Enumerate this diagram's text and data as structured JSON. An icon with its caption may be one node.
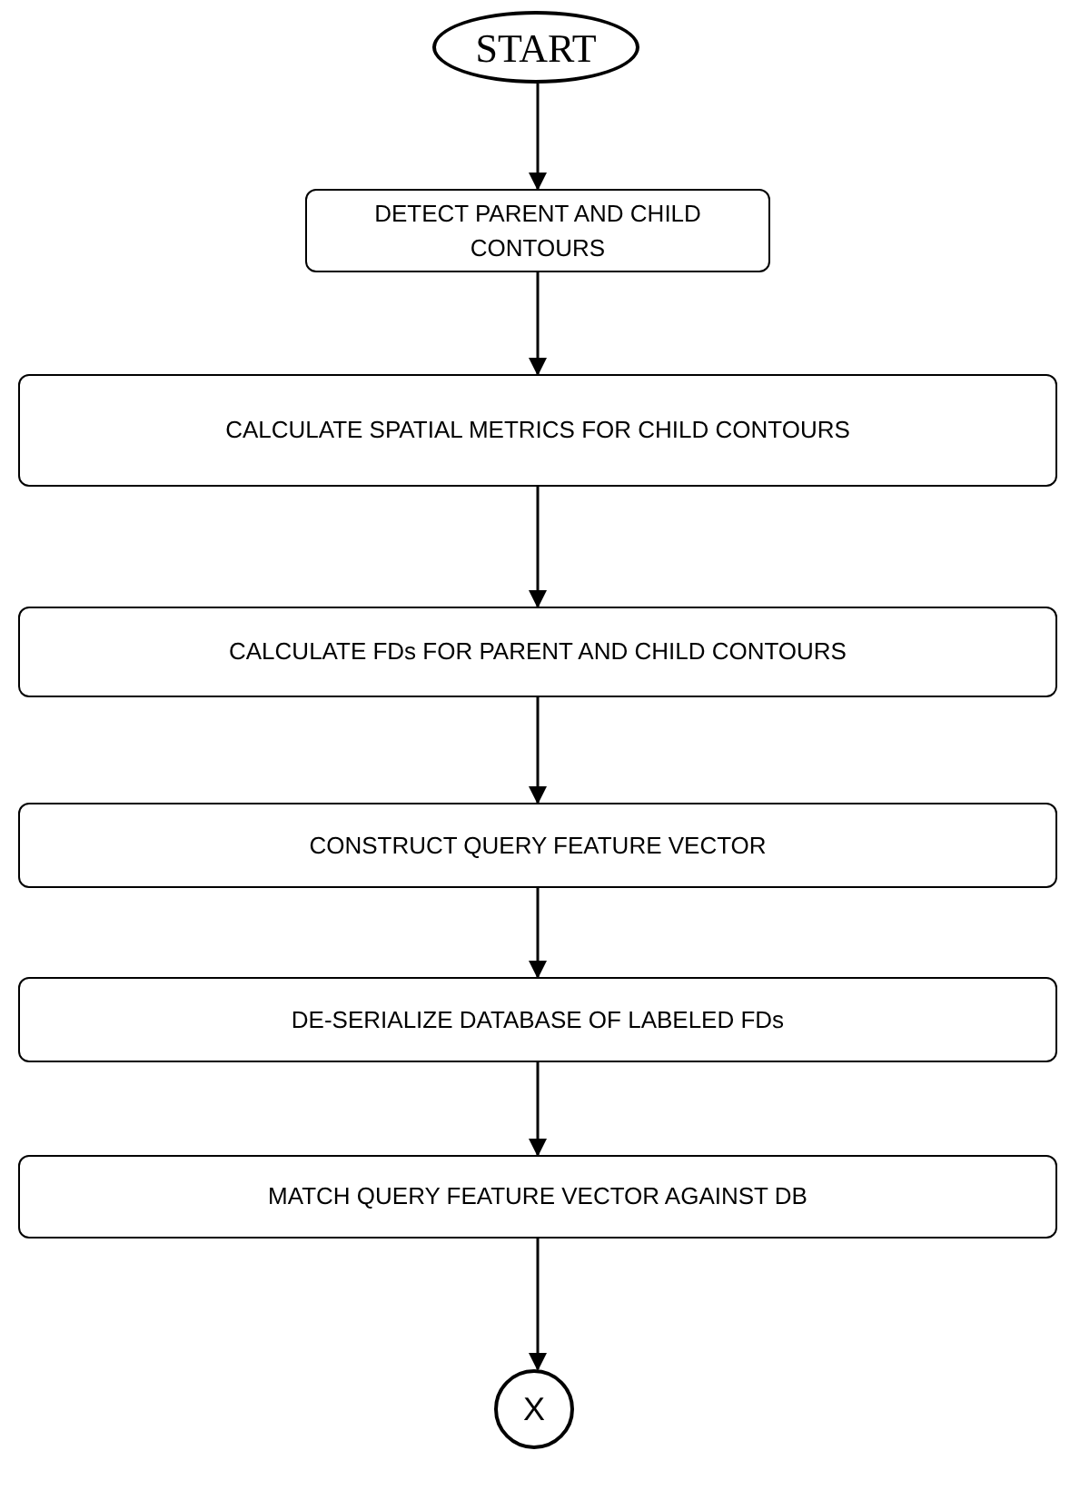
{
  "diagram": {
    "nodes": [
      {
        "text": [
          "START"
        ]
      },
      {
        "text": [
          "DETECT PARENT AND CHILD CONTOURS"
        ]
      },
      {
        "text": [
          "CALCULATE SPATIAL METRICS FOR CHILD CONTOURS"
        ]
      },
      {
        "text": [
          "CALCULATE FDs FOR PARENT AND CHILD CONTOURS"
        ]
      },
      {
        "text": [
          "CONSTRUCT QUERY FEATURE VECTOR"
        ]
      },
      {
        "text": [
          "DE-SERIALIZE DATABASE OF LABELED FDs"
        ]
      },
      {
        "text": [
          "MATCH QUERY FEATURE VECTOR AGAINST DB"
        ]
      },
      {
        "text": [
          "X"
        ]
      }
    ],
    "edges": [
      {
        "from": 0,
        "to": 1,
        "arrow": "to"
      },
      {
        "from": 1,
        "to": 2,
        "arrow": "to"
      },
      {
        "from": 2,
        "to": 3,
        "arrow": "to"
      },
      {
        "from": 3,
        "to": 4,
        "arrow": "to"
      },
      {
        "from": 4,
        "to": 5,
        "arrow": "to"
      },
      {
        "from": 5,
        "to": 6,
        "arrow": "to"
      },
      {
        "from": 6,
        "to": 7,
        "arrow": "to"
      }
    ]
  }
}
